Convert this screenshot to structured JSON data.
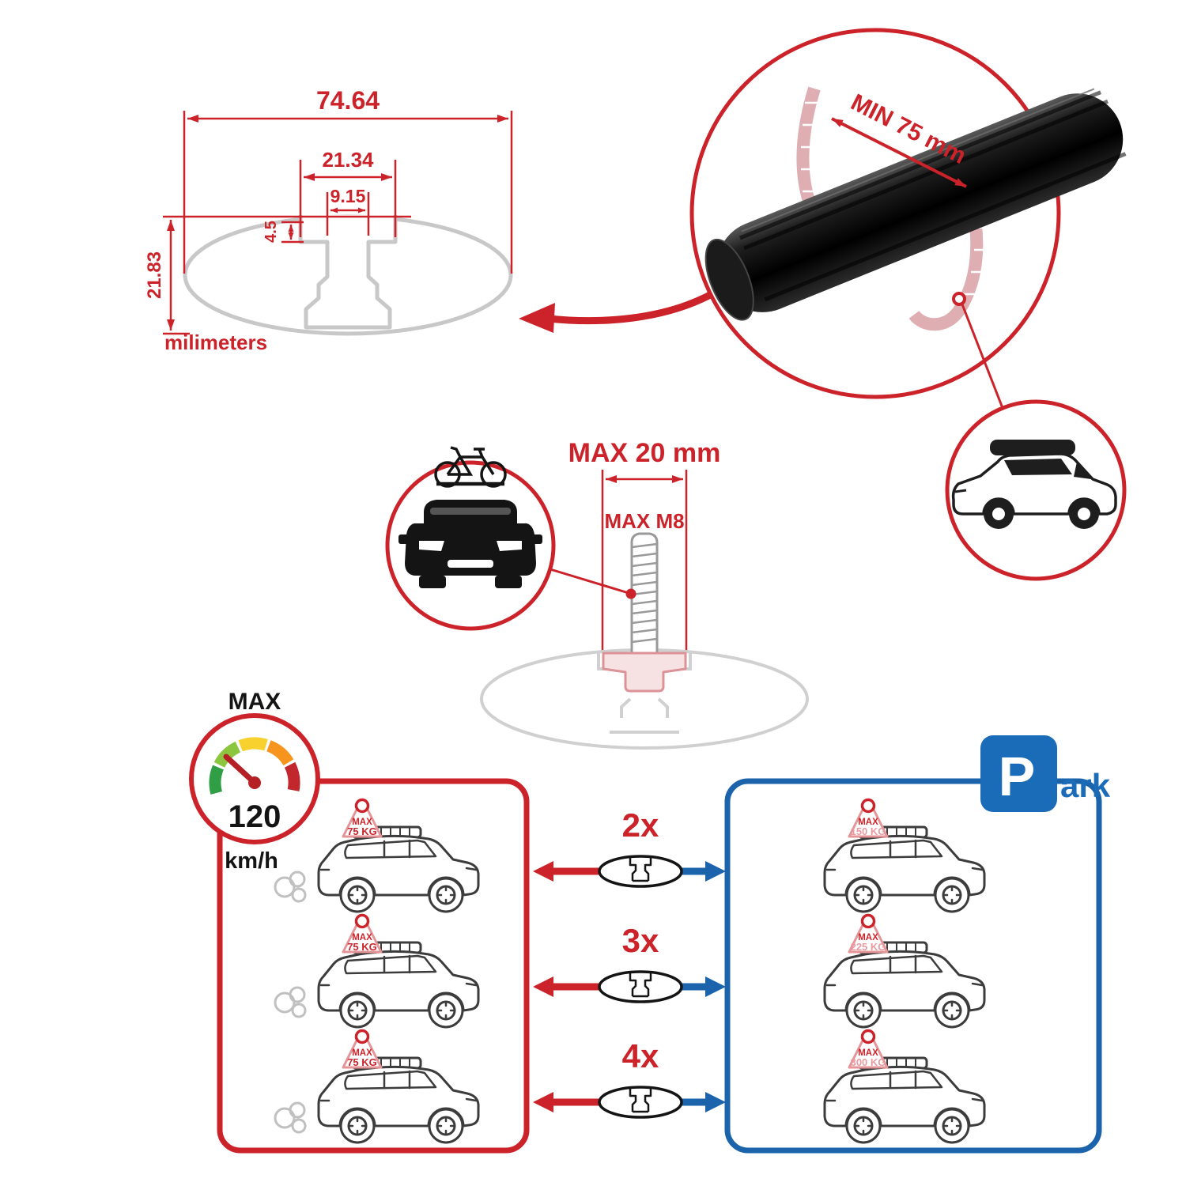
{
  "colors": {
    "red": "#cc2229",
    "blue": "#1b6cb8",
    "black": "#141414",
    "gray_outline": "#c8c8c8",
    "pink": "#e79ba0"
  },
  "dimensions": {
    "total_width": "74.64",
    "slot_outer_width": "21.34",
    "slot_inner_width": "9.15",
    "lip_depth": "4.5",
    "total_height": "21.83",
    "units_label": "milimeters"
  },
  "crossbar": {
    "min_span_label": "MIN 75 mm"
  },
  "bolt": {
    "max_width_label": "MAX 20 mm",
    "max_thread_label": "MAX M8"
  },
  "speed_limit": {
    "title": "MAX",
    "value": "120",
    "units": "km/h"
  },
  "park_sign": {
    "letter": "P",
    "rest": "ark"
  },
  "bar_counts": [
    "2x",
    "3x",
    "4x"
  ],
  "driving_cars": [
    {
      "max": "MAX",
      "weight": "75 KG"
    },
    {
      "max": "MAX",
      "weight": "75 KG"
    },
    {
      "max": "MAX",
      "weight": "75 KG"
    }
  ],
  "parked_cars": [
    {
      "max": "MAX",
      "weight": "150 KG"
    },
    {
      "max": "MAX",
      "weight": "225 KG"
    },
    {
      "max": "MAX",
      "weight": "300 KG"
    }
  ]
}
